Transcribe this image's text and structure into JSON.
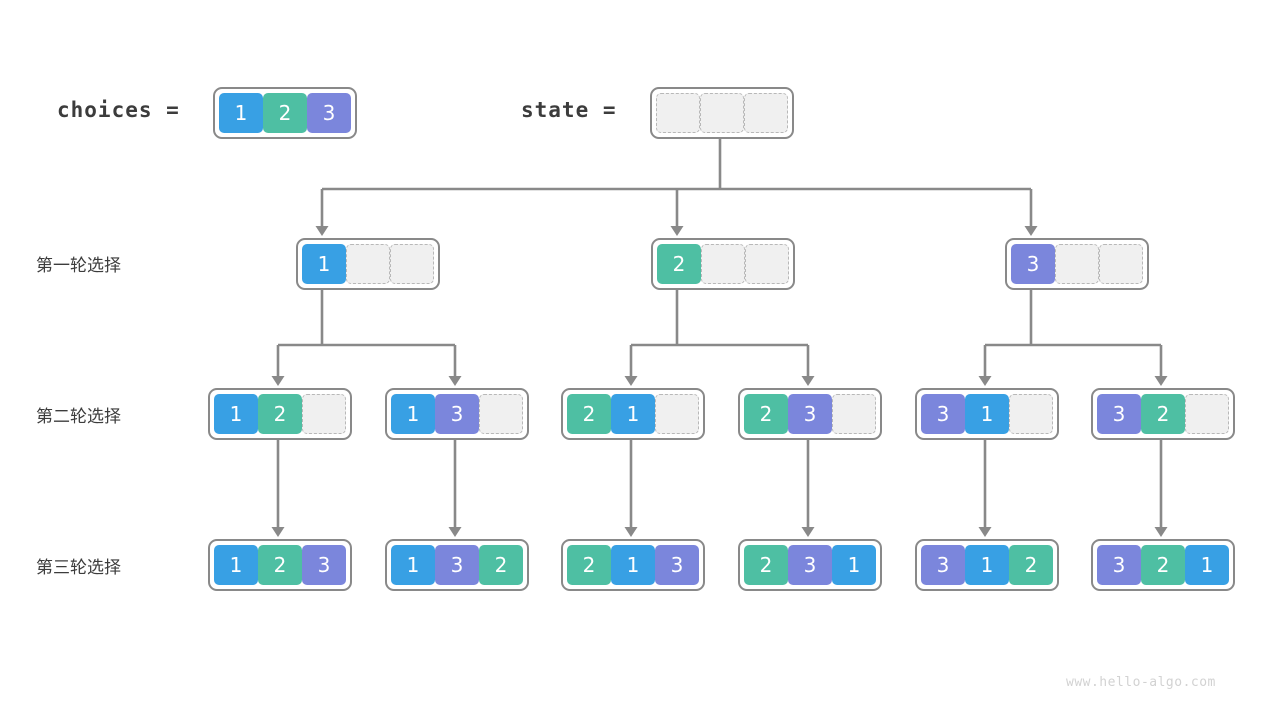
{
  "header": {
    "choices_label": "choices =",
    "state_label": "state =",
    "choices_values": [
      1,
      2,
      3
    ],
    "state_values": [
      null,
      null,
      null
    ]
  },
  "row_labels": [
    "第一轮选择",
    "第二轮选择",
    "第三轮选择"
  ],
  "colors": {
    "value_1": "#38a0e4",
    "value_2": "#4ebfa3",
    "value_3": "#7b86dc",
    "empty_fill": "#f0f0f0",
    "empty_border": "#b8b8b8",
    "node_border": "#898989",
    "wire": "#898989",
    "text": "#3c3c3c",
    "watermark": "#d2d2d2",
    "background": "#ffffff"
  },
  "levels": [
    {
      "name": "level-1",
      "nodes": [
        {
          "values": [
            1,
            null,
            null
          ]
        },
        {
          "values": [
            2,
            null,
            null
          ]
        },
        {
          "values": [
            3,
            null,
            null
          ]
        }
      ]
    },
    {
      "name": "level-2",
      "nodes": [
        {
          "values": [
            1,
            2,
            null
          ]
        },
        {
          "values": [
            1,
            3,
            null
          ]
        },
        {
          "values": [
            2,
            1,
            null
          ]
        },
        {
          "values": [
            2,
            3,
            null
          ]
        },
        {
          "values": [
            3,
            1,
            null
          ]
        },
        {
          "values": [
            3,
            2,
            null
          ]
        }
      ]
    },
    {
      "name": "level-3",
      "nodes": [
        {
          "values": [
            1,
            2,
            3
          ]
        },
        {
          "values": [
            1,
            3,
            2
          ]
        },
        {
          "values": [
            2,
            1,
            3
          ]
        },
        {
          "values": [
            2,
            3,
            1
          ]
        },
        {
          "values": [
            3,
            1,
            2
          ]
        },
        {
          "values": [
            3,
            2,
            1
          ]
        }
      ]
    }
  ],
  "watermark": "www.hello-algo.com"
}
